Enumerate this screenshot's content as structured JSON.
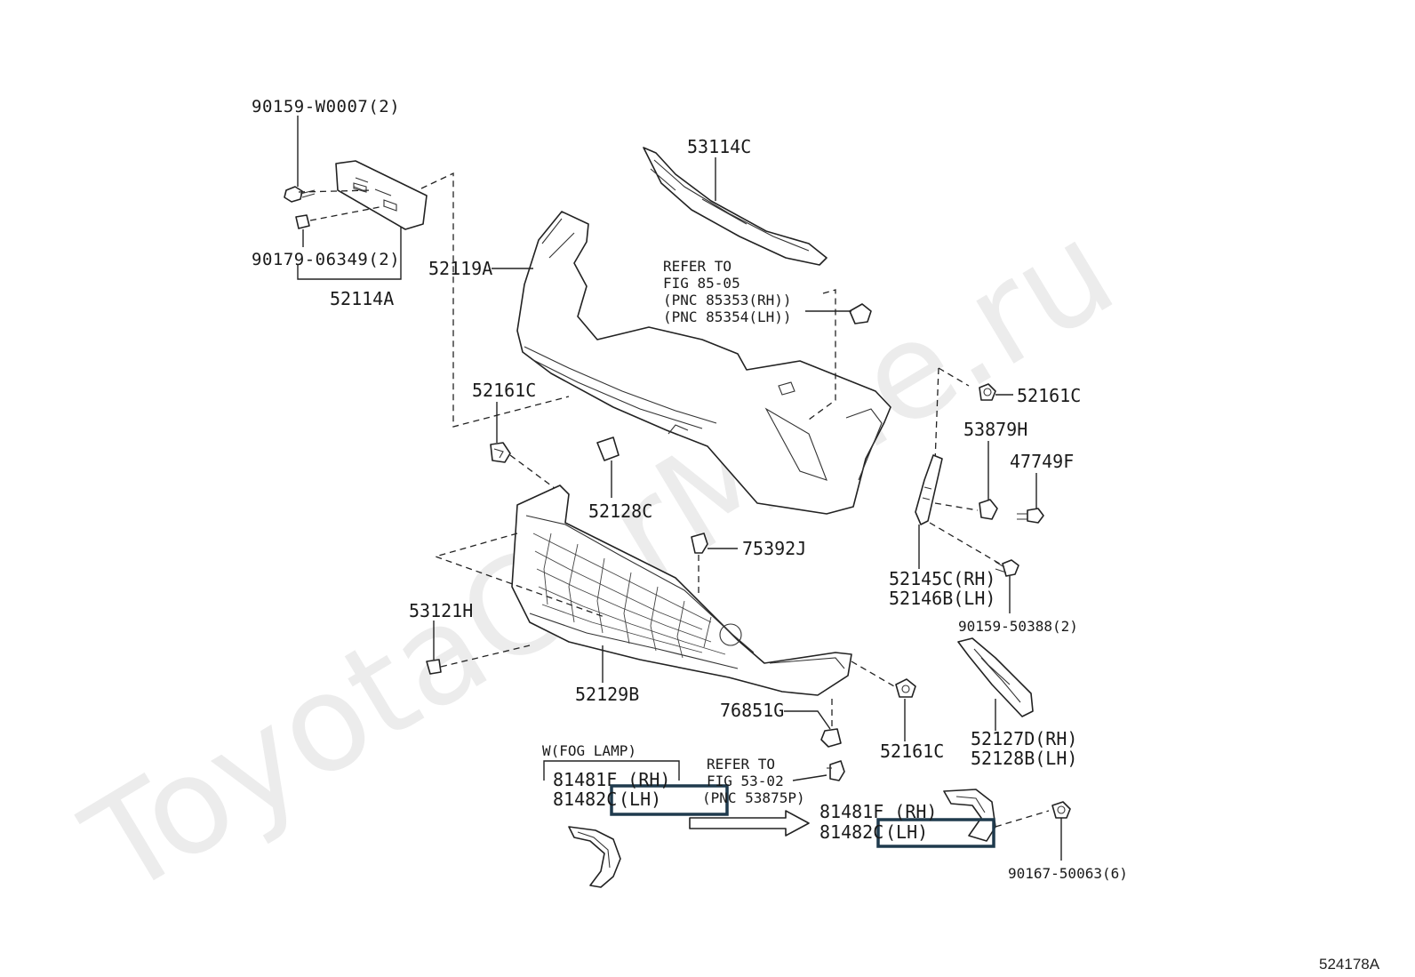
{
  "watermark": "ToyotaCarMine.ru",
  "figure_id": "524178A",
  "labels": {
    "p90159w0007": "90159-W0007(2)",
    "p90179_06349": "90179-06349(2)",
    "p52114a": "52114A",
    "p52119a": "52119A",
    "p53114c": "53114C",
    "refer85_l1": "REFER TO",
    "refer85_l2": "FIG 85-05",
    "refer85_l3": "(PNC 85353(RH))",
    "refer85_l4": "(PNC 85354(LH))",
    "p52161c_a": "52161C",
    "p52161c_b": "52161C",
    "p52161c_c": "52161C",
    "p52128c": "52128C",
    "p53879h": "53879H",
    "p47749f": "47749F",
    "p75392j": "75392J",
    "p53121h": "53121H",
    "p52145c": "52145C(RH)",
    "p52146b": "52146B(LH)",
    "p90159_50388": "90159-50388(2)",
    "p52129b": "52129B",
    "p76851g": "76851G",
    "p52127d": "52127D(RH)",
    "p52128b": "52128B(LH)",
    "wfog": "W(FOG LAMP)",
    "fog1_rh": "81481F (RH)",
    "fog1_lh_code": "81482C",
    "fog1_lh": "(LH)",
    "refer53_l1": "REFER TO",
    "refer53_l2": "FIG 53-02",
    "refer53_l3": "(PNC 53875P)",
    "fog2_rh": "81481F (RH)",
    "fog2_lh_code": "81482C",
    "fog2_lh": "(LH)",
    "p90167_50063": "90167-50063(6)"
  },
  "colors": {
    "highlight": "#1f3a4d",
    "line": "#222222",
    "watermark": "#ececec"
  }
}
